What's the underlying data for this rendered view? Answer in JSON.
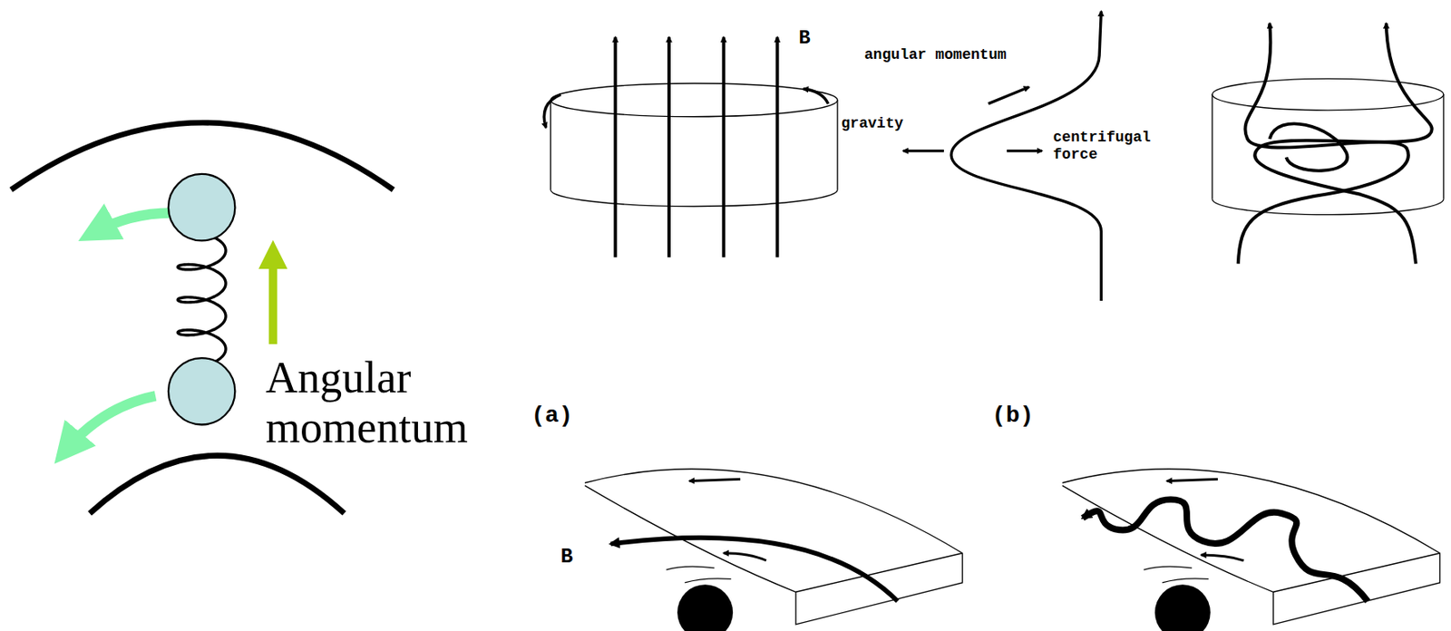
{
  "diagram": {
    "labels": [
      "Angular momentum",
      "B",
      "angular momentum",
      "gravity",
      "centrifugal force",
      "(a)",
      "(b)",
      "B"
    ]
  }
}
